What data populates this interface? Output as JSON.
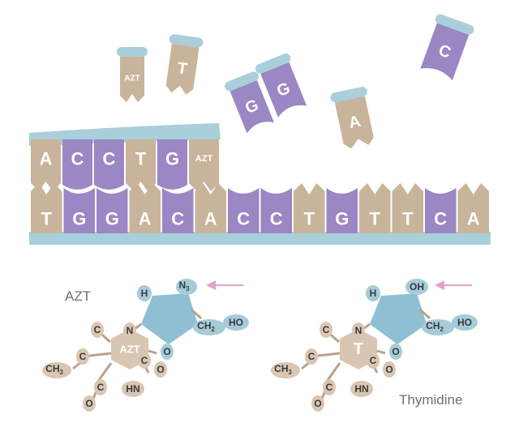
{
  "colors": {
    "purple": "#9b87c4",
    "tan": "#c8b49b",
    "backbone": "#a9cfdb",
    "arrow": "#e3a3c6",
    "ring_tan": "#d9c6b2",
    "ring_blue": "#8fbfd2",
    "atom_blue": "#a6cbd9",
    "letter": "#ffffff",
    "text_dark": "#3a3a3a"
  },
  "floating_nucleotides": [
    {
      "letter": "AZT",
      "color": "tan",
      "small": true
    },
    {
      "letter": "T",
      "color": "tan",
      "small": false
    },
    {
      "letter": "G",
      "color": "purple",
      "small": false
    },
    {
      "letter": "G",
      "color": "purple",
      "small": false
    },
    {
      "letter": "A",
      "color": "tan",
      "small": false
    },
    {
      "letter": "C",
      "color": "purple",
      "small": false
    }
  ],
  "top_strand": [
    {
      "letter": "A",
      "color": "tan"
    },
    {
      "letter": "C",
      "color": "purple"
    },
    {
      "letter": "C",
      "color": "purple"
    },
    {
      "letter": "T",
      "color": "tan"
    },
    {
      "letter": "G",
      "color": "purple"
    },
    {
      "letter": "AZT",
      "color": "tan"
    }
  ],
  "bottom_strand": [
    {
      "letter": "T",
      "color": "tan"
    },
    {
      "letter": "G",
      "color": "purple"
    },
    {
      "letter": "G",
      "color": "purple"
    },
    {
      "letter": "A",
      "color": "tan"
    },
    {
      "letter": "C",
      "color": "purple"
    },
    {
      "letter": "A",
      "color": "tan"
    },
    {
      "letter": "C",
      "color": "purple"
    },
    {
      "letter": "C",
      "color": "purple"
    },
    {
      "letter": "T",
      "color": "tan"
    },
    {
      "letter": "G",
      "color": "purple"
    },
    {
      "letter": "T",
      "color": "tan"
    },
    {
      "letter": "T",
      "color": "tan"
    },
    {
      "letter": "C",
      "color": "purple"
    },
    {
      "letter": "A",
      "color": "tan"
    }
  ],
  "labels": {
    "azt": "AZT",
    "thymidine": "Thymidine"
  },
  "azt_molecule": {
    "center_label": "AZT",
    "atoms": {
      "h": "H",
      "n3": "N",
      "n3_sub": "3",
      "n": "N",
      "o": "O",
      "ch2": "CH",
      "ch2_sub": "2",
      "ho": "HO",
      "c_top": "C",
      "c_left": "C",
      "ch3": "CH",
      "ch3_sub": "3",
      "co_right_c": "C",
      "co_right_o": "O",
      "hn": "HN",
      "co_bottom_c": "C",
      "co_bottom_o": "O"
    }
  },
  "thymidine_molecule": {
    "center_label": "T",
    "atoms": {
      "h": "H",
      "oh": "OH",
      "n": "N",
      "o": "O",
      "ch2": "CH",
      "ch2_sub": "2",
      "ho": "HO",
      "c_top": "C",
      "c_left": "C",
      "ch3": "CH",
      "ch3_sub": "3",
      "co_right_c": "C",
      "co_right_o": "O",
      "hn": "HN",
      "co_bottom_c": "C",
      "co_bottom_o": "O"
    }
  }
}
